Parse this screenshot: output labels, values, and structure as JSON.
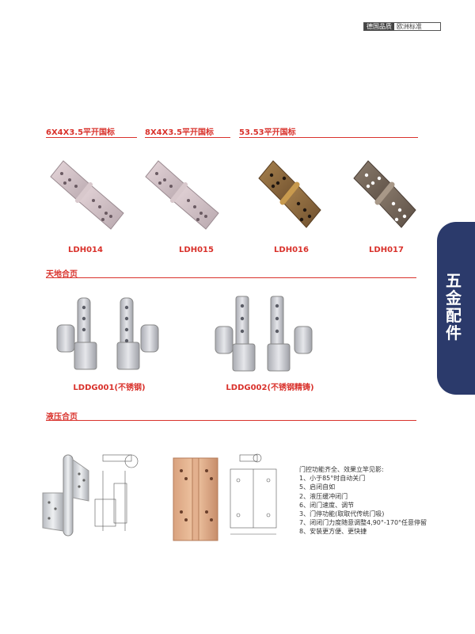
{
  "badge": {
    "left": "德国品质",
    "right": "欧洲标准"
  },
  "side_tab": {
    "label": "五金配件"
  },
  "sections": {
    "flat_hinge_a": "6X4X3.5平开国标",
    "flat_hinge_b": "8X4X3.5平开国标",
    "flat_hinge_c": "53.53平开国标",
    "pivot": "天地合页",
    "hydraulic": "液压合页"
  },
  "products": {
    "ldh014": "LDH014",
    "ldh015": "LDH015",
    "ldh016": "LDH016",
    "ldh017": "LDH017",
    "lddg001": "LDDG001(不锈钢)",
    "lddg002": "LDDG002(不锈钢精铸)"
  },
  "features": [
    "门控功能齐全、效果立竿见影:",
    "1、小于85°时自动关门",
    "5、启闭自如",
    "2、液压缓冲闭门",
    "6、闭门速度、调节",
    "3、门停功能(取取代传统门吸)",
    "7、闭闭门力度随意调整4,90°-170°任意停留",
    "8、安装更方便、更快捷"
  ],
  "colors": {
    "accent": "#d9322c",
    "tab": "#2b3a6b"
  }
}
